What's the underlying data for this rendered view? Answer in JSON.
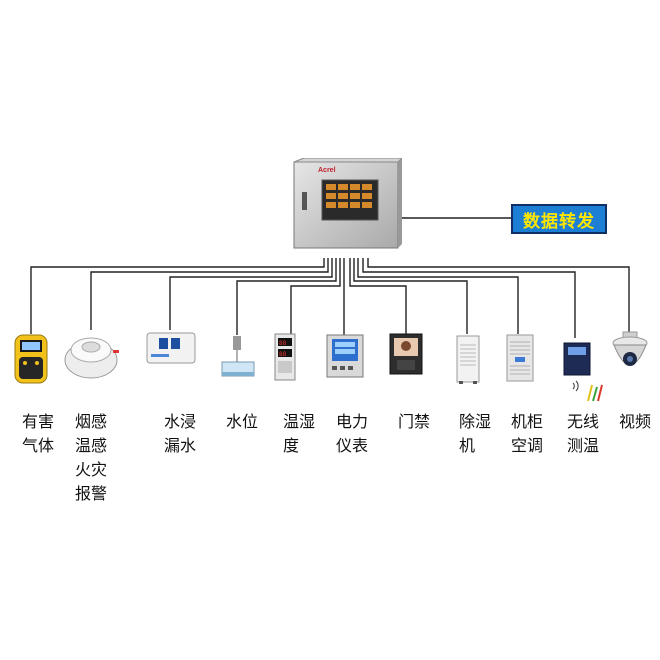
{
  "controller": {
    "brand": "Acrel"
  },
  "forward_label": "数据转发",
  "devices": [
    {
      "id": "gas",
      "label": "有害\n气体"
    },
    {
      "id": "smoke",
      "label": "烟感\n温感\n火灾\n报警"
    },
    {
      "id": "leak",
      "label": "水浸\n漏水"
    },
    {
      "id": "level",
      "label": "水位"
    },
    {
      "id": "temphum",
      "label": "温湿\n度"
    },
    {
      "id": "meter",
      "label": "电力\n仪表"
    },
    {
      "id": "access",
      "label": "门禁"
    },
    {
      "id": "dehum",
      "label": "除湿\n机"
    },
    {
      "id": "aircon",
      "label": "机柜\n空调"
    },
    {
      "id": "wireless",
      "label": "无线\n测温"
    },
    {
      "id": "video",
      "label": "视频"
    }
  ]
}
